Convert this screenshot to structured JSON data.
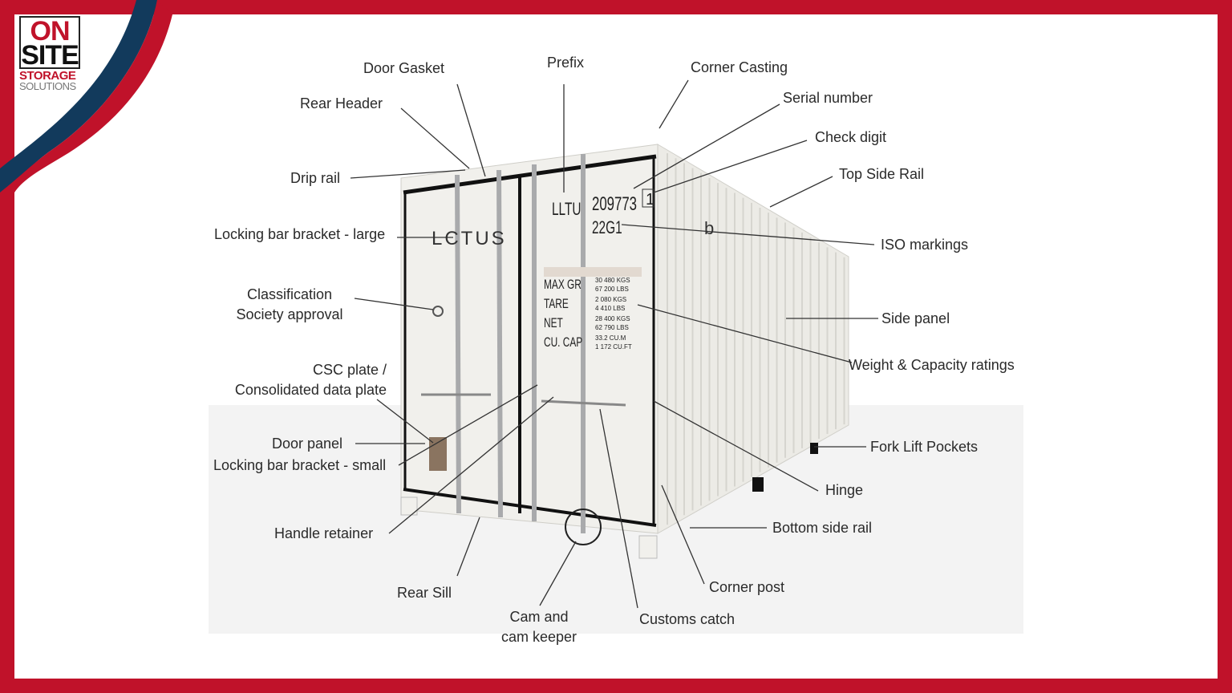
{
  "logo": {
    "line1": "ON",
    "line2": "SITE",
    "line3": "STORAGE",
    "line4": "SOLUTIONS"
  },
  "colors": {
    "brand_red": "#c0122a",
    "brand_navy": "#123a5c",
    "container": "#f1f0ec"
  },
  "container_markings": {
    "brand": "LCTUS",
    "prefix": "LLTU",
    "serial": "209773",
    "check_digit": "1",
    "iso_code": "22G1",
    "ratings": [
      {
        "label": "MAX GR",
        "values": [
          "30 480 KGS",
          "67 200 LBS"
        ]
      },
      {
        "label": "TARE",
        "values": [
          "2 080 KGS",
          "4 410 LBS"
        ]
      },
      {
        "label": "NET",
        "values": [
          "28 400 KGS",
          "62 790 LBS"
        ]
      },
      {
        "label": "CU. CAP",
        "values": [
          "33.2 CU.M",
          "1 172 CU.FT"
        ]
      }
    ]
  },
  "labels": {
    "door_gasket": "Door Gasket",
    "prefix": "Prefix",
    "corner_casting": "Corner Casting",
    "serial_number": "Serial number",
    "check_digit": "Check digit",
    "top_side_rail": "Top Side Rail",
    "rear_header": "Rear Header",
    "drip_rail": "Drip rail",
    "locking_bar_bracket_large": "Locking bar bracket - large",
    "iso_markings": "ISO markings",
    "classification_1": "Classification",
    "classification_2": "Society approval",
    "side_panel": "Side panel",
    "weight_capacity": "Weight & Capacity ratings",
    "csc_1": "CSC plate /",
    "csc_2": "Consolidated data plate",
    "fork_lift_pockets": "Fork Lift Pockets",
    "door_panel": "Door panel",
    "locking_bar_bracket_small": "Locking bar bracket - small",
    "hinge": "Hinge",
    "bottom_side_rail": "Bottom side rail",
    "handle_retainer": "Handle retainer",
    "rear_sill": "Rear Sill",
    "cam_1": "Cam and",
    "cam_2": "cam keeper",
    "corner_post": "Corner post",
    "customs_catch": "Customs catch"
  }
}
